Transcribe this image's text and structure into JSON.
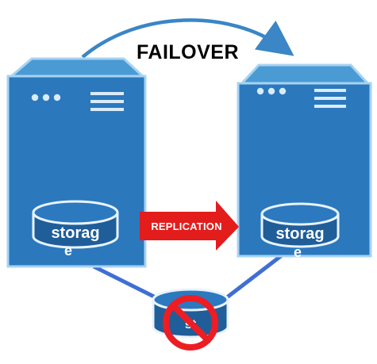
{
  "failover": {
    "label": "FAILOVER"
  },
  "primary_server": {
    "storage_text": "storag",
    "storage_text_wrap": "e"
  },
  "secondary_server": {
    "storage_text": "storag",
    "storage_text_wrap": "e"
  },
  "replication": {
    "label": "REPLICATION"
  },
  "shared_storage": {
    "label": "st"
  },
  "colors": {
    "server_blue": "#2b78bd",
    "server_top": "#4a9ad4",
    "server_border": "#a7d3f2",
    "connector_blue": "#3f6fd3",
    "replication_red": "#e31c1c",
    "prohibited_red": "#ee1d24",
    "failover_arrow": "#3a86c6"
  }
}
